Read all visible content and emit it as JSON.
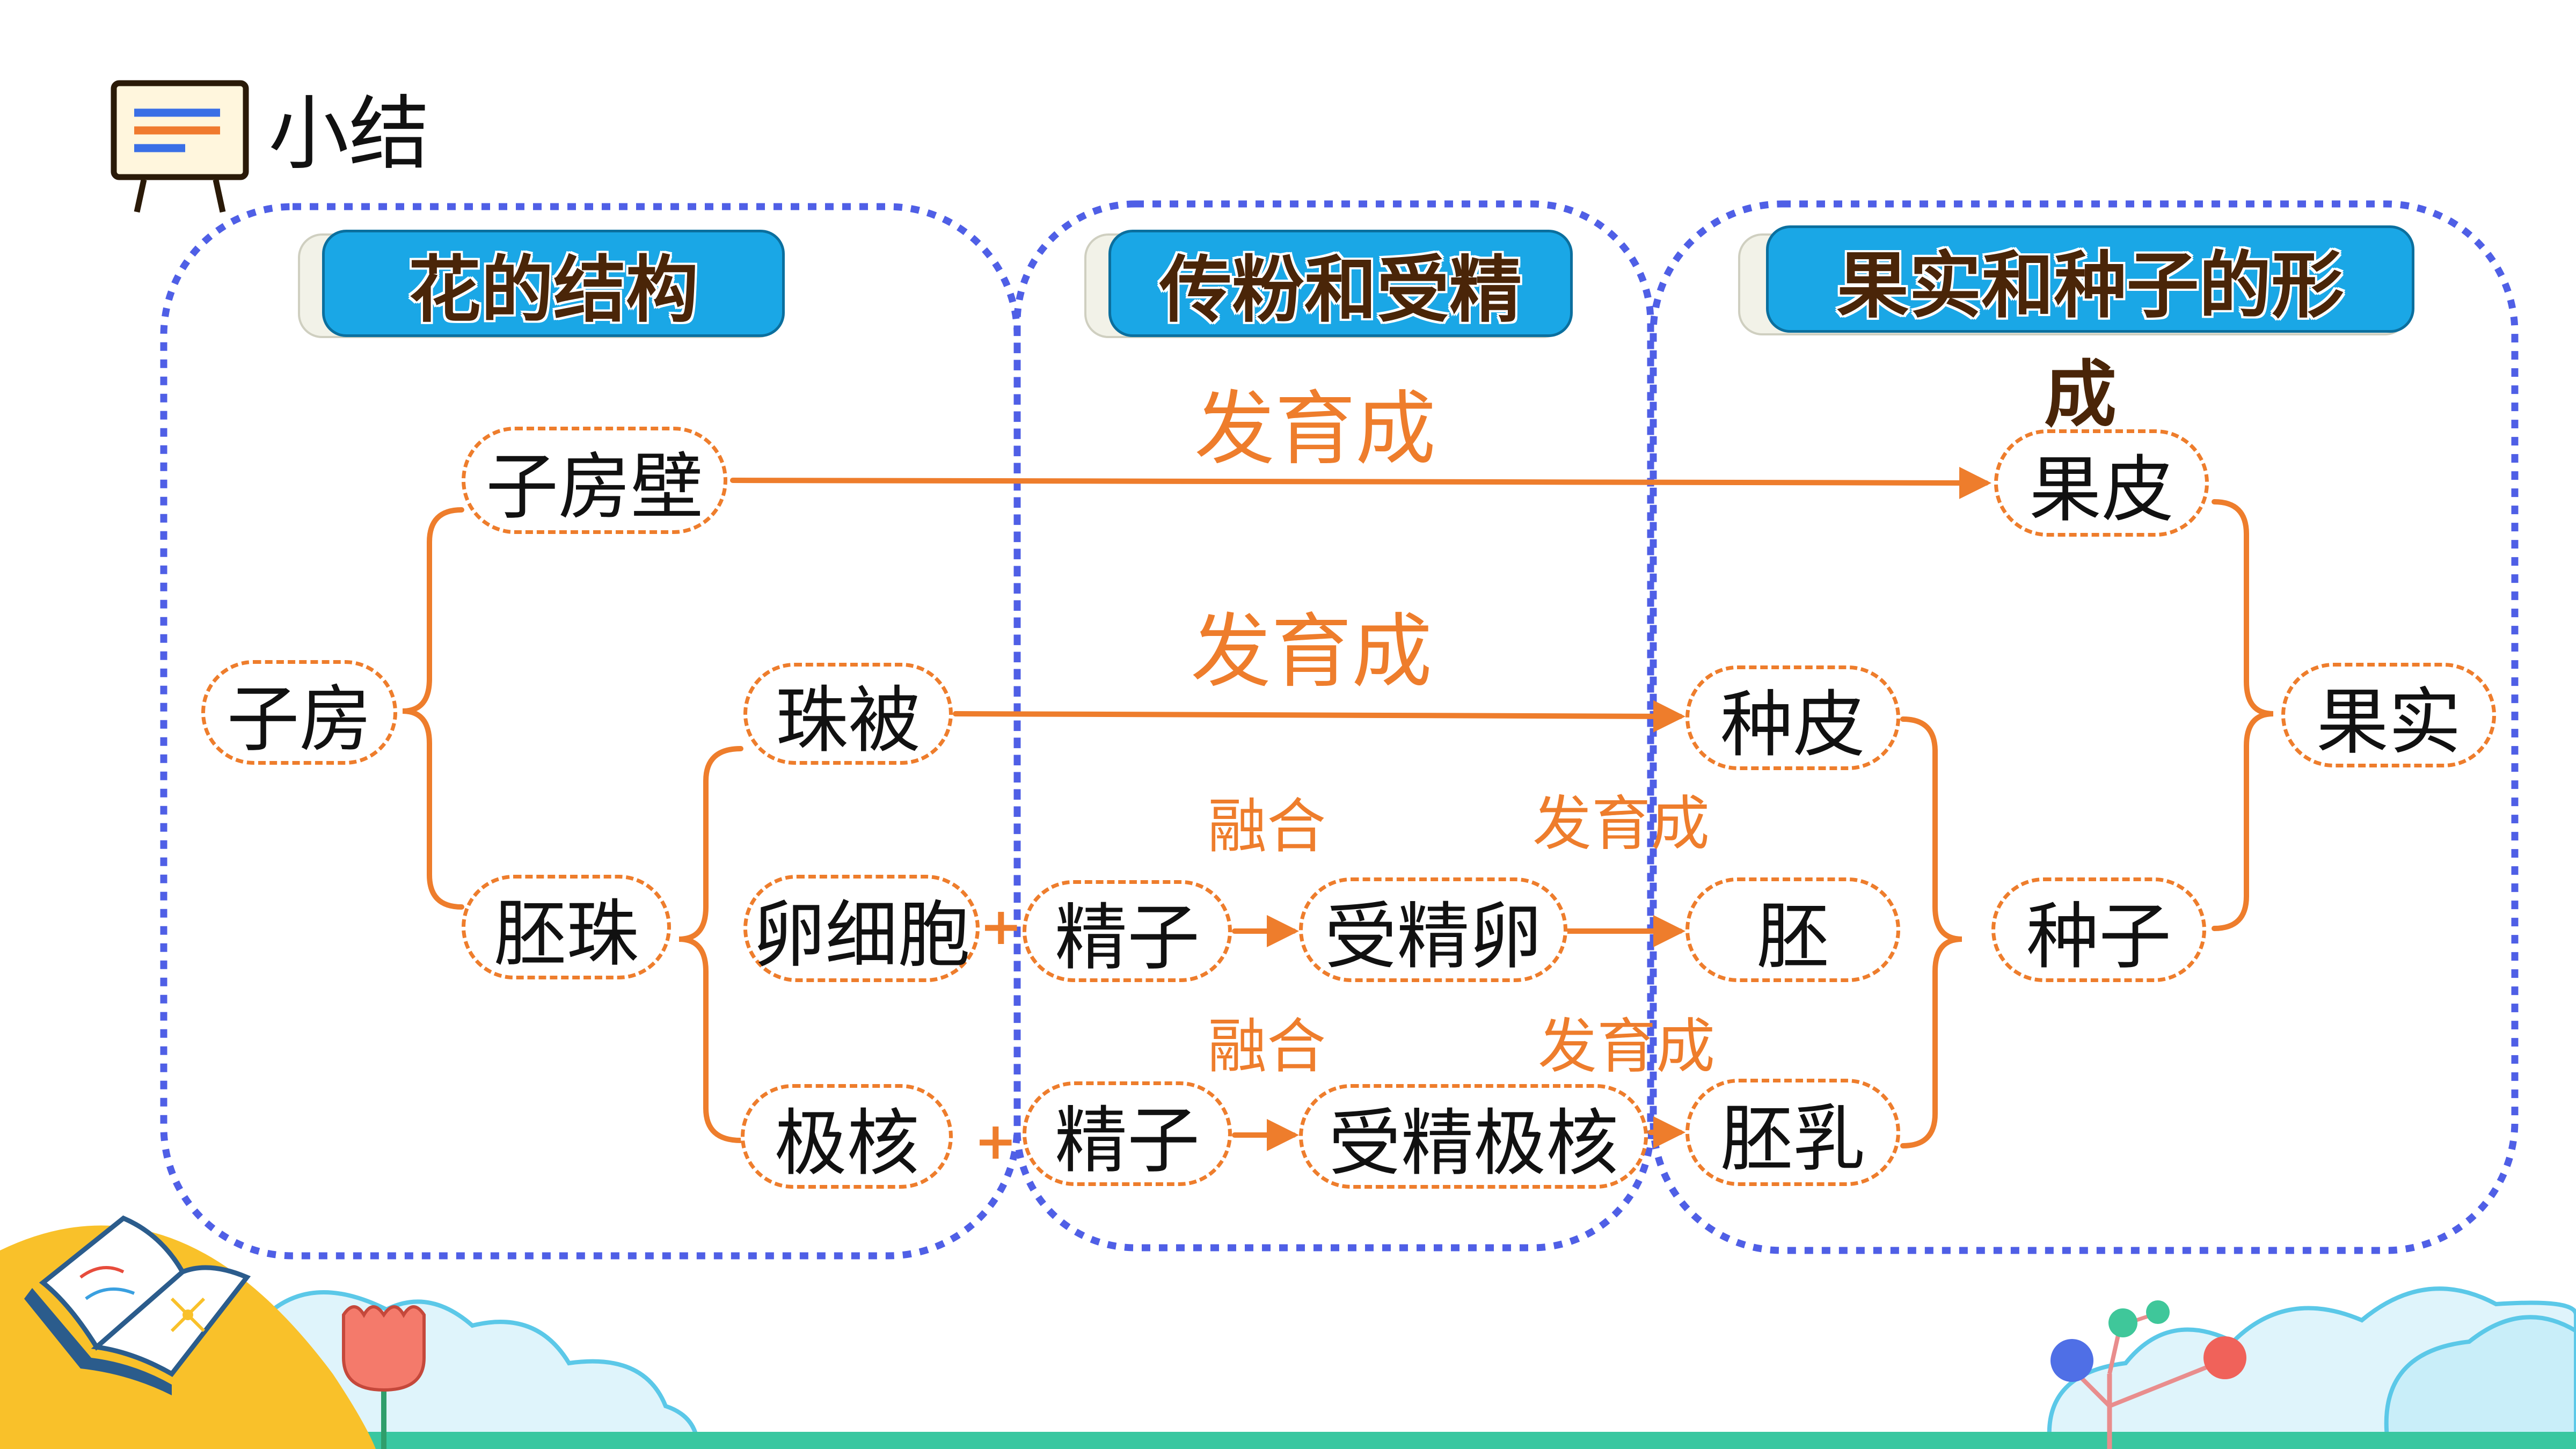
{
  "page": {
    "title": "小结"
  },
  "sections": [
    {
      "id": "flower",
      "title": "花的结构"
    },
    {
      "id": "pollination",
      "title": "传粉和受精"
    },
    {
      "id": "fruit",
      "title": "果实和种子的形",
      "title_wrap": "成"
    }
  ],
  "nodes": {
    "ovary": "子房",
    "ovary_wall": "子房壁",
    "ovule": "胚珠",
    "integument": "珠被",
    "egg_cell": "卵细胞",
    "polar_nuclei": "极核",
    "sperm_1": "精子",
    "sperm_2": "精子",
    "fertilized_egg": "受精卵",
    "fertilized_polar_nuclei": "受精极核",
    "pericarp": "果皮",
    "seed_coat": "种皮",
    "embryo": "胚",
    "endosperm": "胚乳",
    "seed": "种子",
    "fruit": "果实"
  },
  "edge_labels": {
    "develops_into_1": "发育成",
    "develops_into_2": "发育成",
    "develops_into_3": "发育成",
    "develops_into_4": "发育成",
    "fusion_1": "融合",
    "fusion_2": "融合"
  },
  "symbols": {
    "plus": "+"
  },
  "colors": {
    "accent": "#ee7d2c",
    "section_border": "#4f5fe6",
    "header_fill": "#1aa7e6",
    "title_text": "#4a2508"
  },
  "icons": [
    "board-icon",
    "book-icon",
    "flower-icon",
    "tree-icon",
    "cloud-icon"
  ]
}
